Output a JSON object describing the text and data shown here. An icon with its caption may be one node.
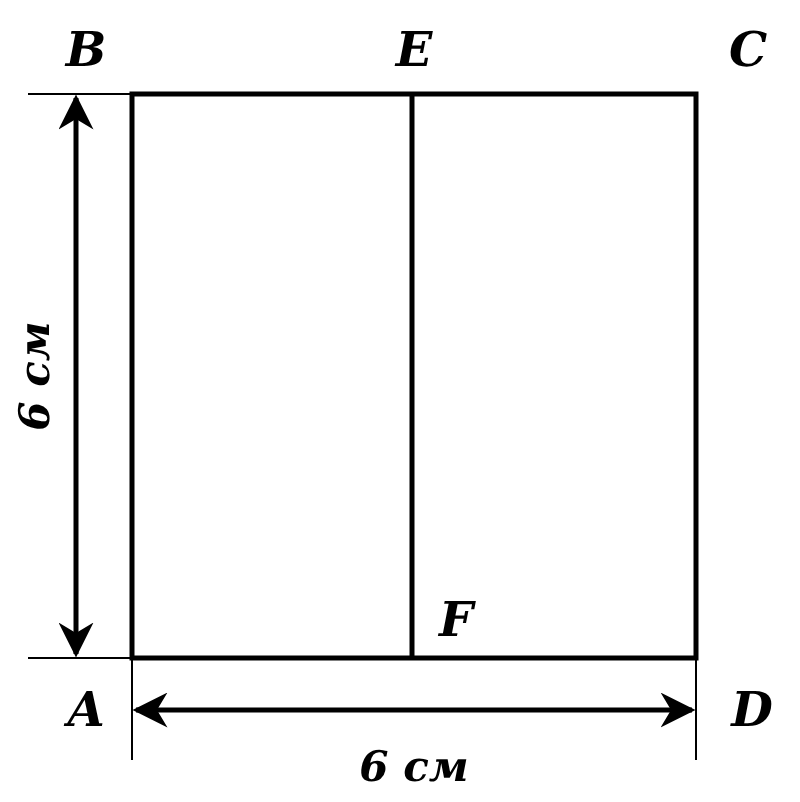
{
  "diagram": {
    "labels": [
      "B",
      "E",
      "C",
      "6 см",
      "A",
      "F",
      "D",
      "6 см"
    ]
  }
}
